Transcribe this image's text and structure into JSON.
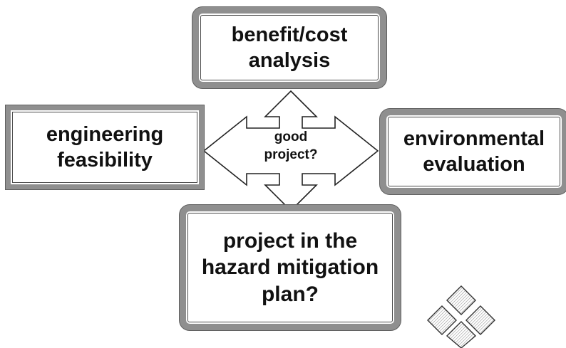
{
  "diagram": {
    "center": {
      "text": "good\nproject?"
    },
    "boxes": {
      "top": {
        "text": "benefit/cost\nanalysis"
      },
      "left": {
        "text": "engineering\nfeasibility"
      },
      "right": {
        "text": "environmental\nevaluation"
      },
      "bottom": {
        "text": "project in the\nhazard mitigation\nplan?"
      }
    },
    "colors": {
      "box_border": "#8f8f8f",
      "outline": "#222222",
      "text": "#111111"
    }
  }
}
